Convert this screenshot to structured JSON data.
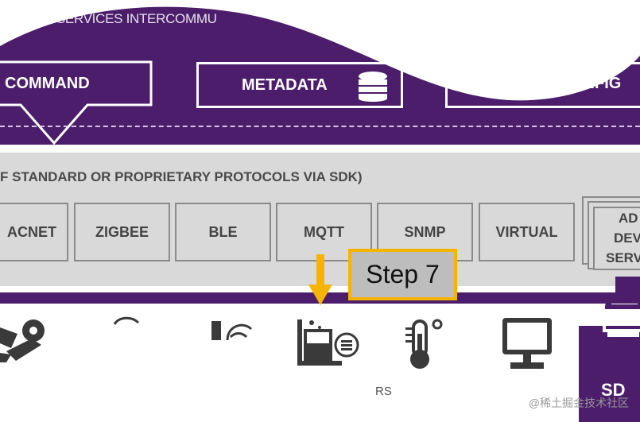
{
  "header": {
    "title": "CROSERVICES INTERCOMMU",
    "command_label": "COMMAND",
    "metadata_label": "METADATA",
    "config_label": "ONFIG"
  },
  "device_services": {
    "title": "F STANDARD OR PROPRIETARY PROTOCOLS VIA SDK)",
    "protocols": [
      "ACNET",
      "ZIGBEE",
      "BLE",
      "MQTT",
      "SNMP",
      "VIRTUAL"
    ],
    "stack_lines": [
      "AD",
      "DEV",
      "SERV"
    ]
  },
  "callout": {
    "label": "Step 7"
  },
  "bottom": {
    "partial_text": "RS",
    "sdk_partial": "SD"
  },
  "watermark": "@稀土掘金技术社区",
  "colors": {
    "purple": "#4b1d6b",
    "gray": "#d9d9d9",
    "accent": "#f5b400"
  },
  "icons": [
    "gear-hand-icon",
    "sensor-icon",
    "thermometer-icon",
    "computer-monitor-icon",
    "database-icon",
    "briefcase-icon"
  ]
}
